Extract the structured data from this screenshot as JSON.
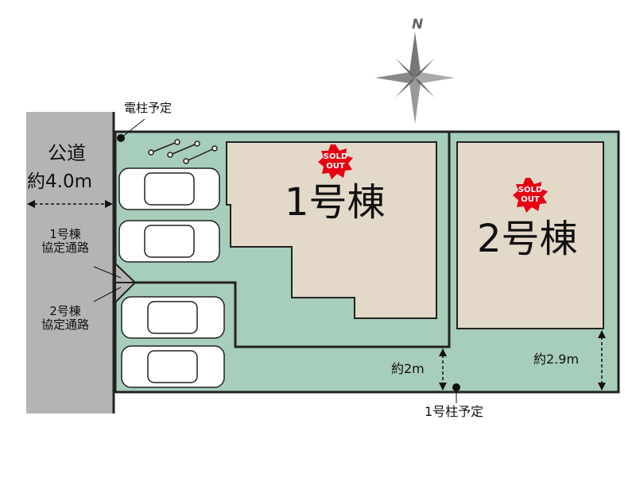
{
  "compass": {
    "label": "N"
  },
  "road": {
    "name": "公道",
    "width": "約4.0m"
  },
  "labels": {
    "pole_planned": "電柱予定",
    "pole1_planned": "1号柱予定",
    "lot1_access": [
      "1号棟",
      "協定通路"
    ],
    "lot2_access": [
      "2号棟",
      "協定通路"
    ],
    "dist_1": "約2m",
    "dist_2": "約2.9m"
  },
  "buildings": [
    {
      "name": "1号棟",
      "status": [
        "SOLD",
        "OUT"
      ]
    },
    {
      "name": "2号棟",
      "status": [
        "SOLD",
        "OUT"
      ]
    }
  ],
  "colors": {
    "lot": "#a7cdbb",
    "building": "#e2d9c8",
    "road": "#b4b4b4",
    "sold": "#e60012"
  }
}
